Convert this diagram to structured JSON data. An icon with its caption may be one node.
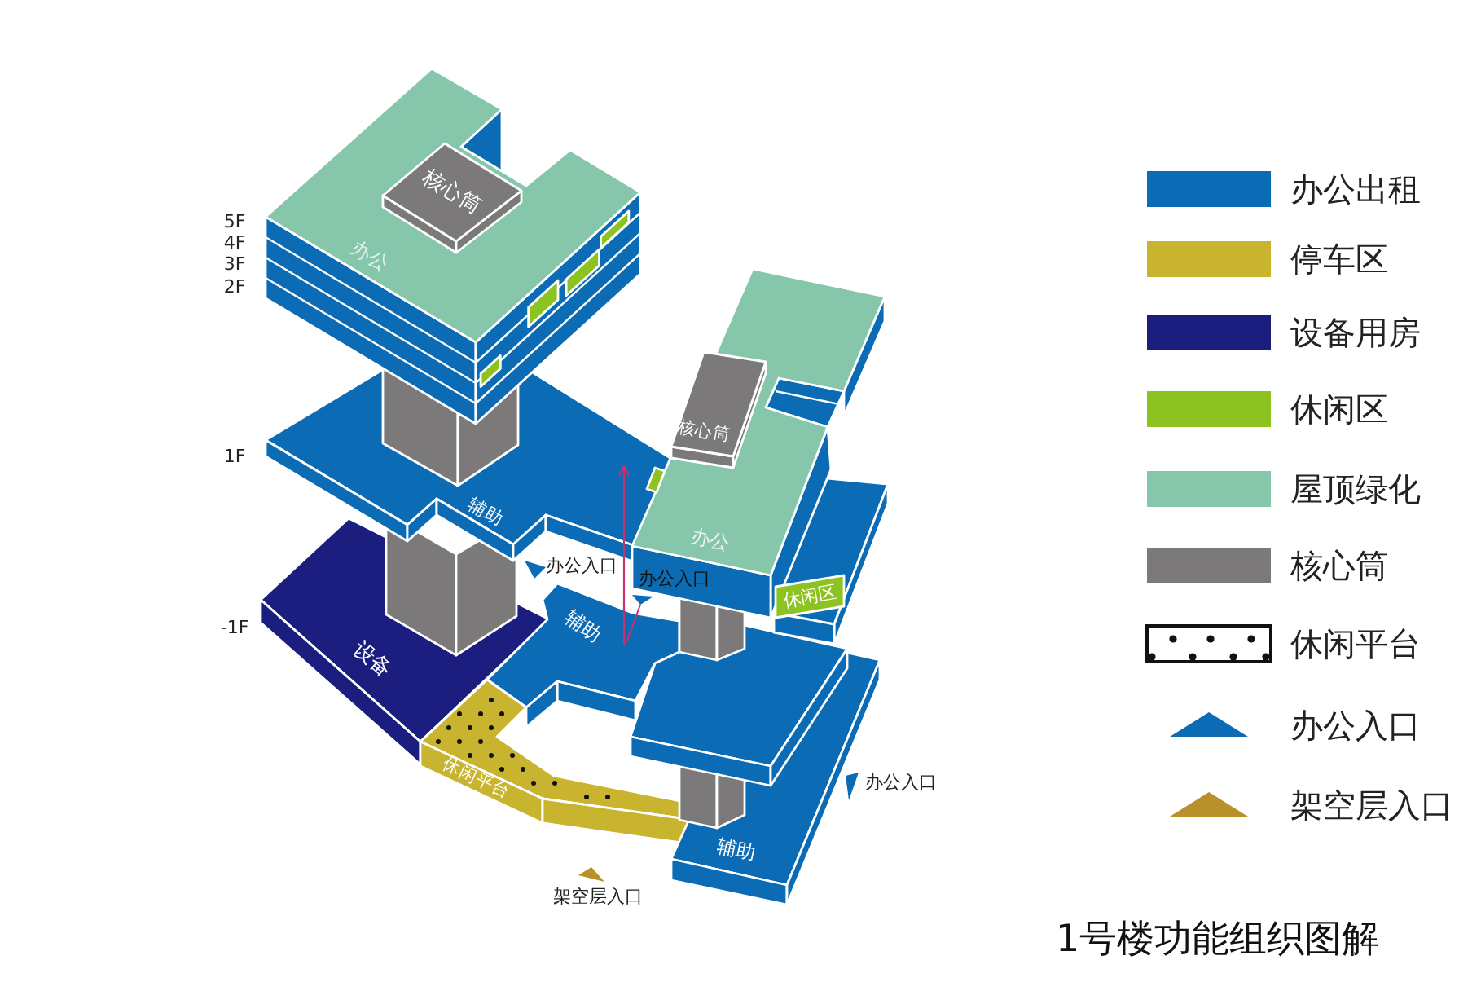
{
  "diagram": {
    "title": "1号楼功能组织图解",
    "labels": [
      "核心筒",
      "5F",
      "4F",
      "办公",
      "3F",
      "2F",
      "核心筒",
      "1F",
      "辅助",
      "办公",
      "办公入口",
      "办公入口",
      "休闲区",
      "辅助",
      "-1F",
      "设备",
      "休闲平台",
      "办公入口",
      "辅助",
      "架空层入口"
    ],
    "legend": [
      {
        "text": "办公出租",
        "color": "#0b6cb5"
      },
      {
        "text": "停车区",
        "color": "#c8b42f"
      },
      {
        "text": "设备用房",
        "color": "#1b1e7e"
      },
      {
        "text": "休闲区",
        "color": "#8cc320"
      },
      {
        "text": "屋顶绿化",
        "color": "#86c6aa"
      },
      {
        "text": "核心筒",
        "color": "#7b797a"
      },
      {
        "text": "休闲平台"
      },
      {
        "text": "办公入口"
      },
      {
        "text": "架空层入口"
      }
    ]
  }
}
